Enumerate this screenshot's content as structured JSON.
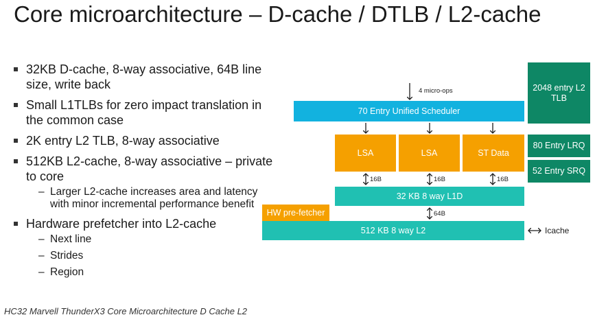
{
  "title": "Core microarchitecture – D-cache / DTLB / L2-cache",
  "bullets": [
    {
      "text": "32KB D-cache, 8-way associative, 64B line size, write back"
    },
    {
      "text": "Small L1TLBs for zero impact translation in the common case"
    },
    {
      "text": "2K entry L2 TLB, 8-way associative"
    },
    {
      "text": "512KB L2-cache, 8-way associative – private to core",
      "sub": [
        "Larger L2-cache increases area and latency with minor incremental performance benefit"
      ]
    },
    {
      "text": "Hardware prefetcher into L2-cache",
      "sub": [
        "Next line",
        "Strides",
        "Region"
      ]
    }
  ],
  "diagram": {
    "micro_ops": "4 micro-ops",
    "scheduler": "70 Entry Unified Scheduler",
    "lsa1": "LSA",
    "lsa2": "LSA",
    "st_data": "ST Data",
    "bw_16b_1": "16B",
    "bw_16b_2": "16B",
    "bw_16b_3": "16B",
    "l1d": "32 KB 8 way L1D",
    "hw_prefetcher": "HW pre-fetcher",
    "bw_64b": "64B",
    "l2": "512 KB 8 way L2",
    "icache": "Icache",
    "l2tlb": "2048 entry L2 TLB",
    "lrq": "80 Entry LRQ",
    "srq": "52 Entry SRQ"
  },
  "caption": "HC32 Marvell ThunderX3 Core Microarchitecture D Cache L2",
  "colors": {
    "scheduler": "#12b2df",
    "load_store": "#f5a000",
    "cache": "#20c0b2",
    "tlb_queues": "#0e8765"
  }
}
